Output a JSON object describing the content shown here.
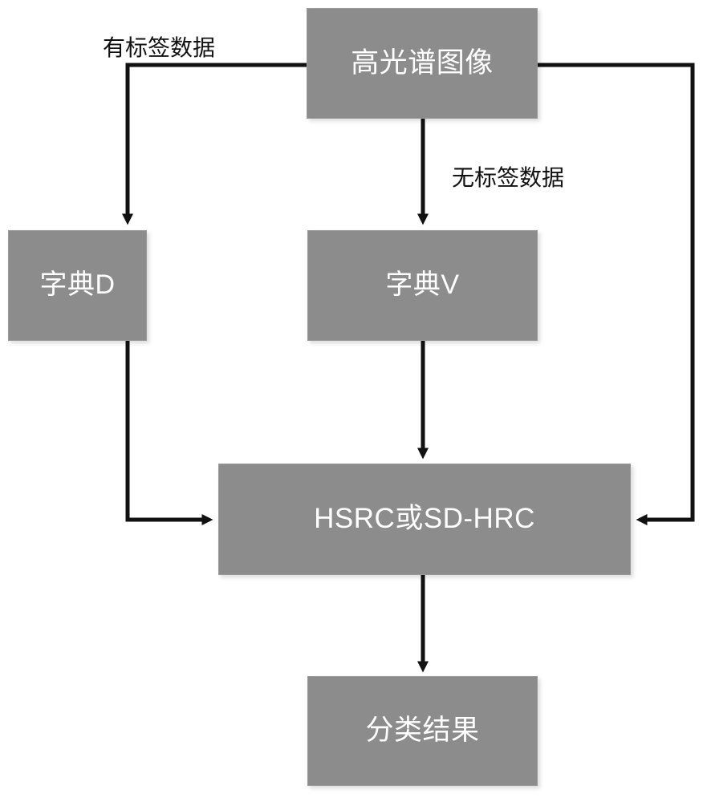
{
  "diagram": {
    "title": "Hyperspectral image classification flowchart",
    "background_color": "#ffffff",
    "node_fill_color": "#8c8c8c",
    "node_text_color": "#ffffff",
    "connector_color": "#111111",
    "nodes": [
      {
        "id": "hyperspectral-image",
        "label": "高光谱图像"
      },
      {
        "id": "dictionary-d",
        "label": "字典D"
      },
      {
        "id": "dictionary-v",
        "label": "字典V"
      },
      {
        "id": "hsrc-sdhrc",
        "label": "HSRC或SD-HRC"
      },
      {
        "id": "classification-result",
        "label": "分类结果"
      }
    ],
    "edge_labels": [
      {
        "id": "labeled-data",
        "label": "有标签数据"
      },
      {
        "id": "unlabeled-data",
        "label": "无标签数据"
      }
    ],
    "edges": [
      {
        "id": "image-to-dictionary-d",
        "from": "hyperspectral-image",
        "to": "dictionary-d",
        "label": "有标签数据"
      },
      {
        "id": "image-to-dictionary-v",
        "from": "hyperspectral-image",
        "to": "dictionary-v",
        "label": "无标签数据"
      },
      {
        "id": "image-to-hsrc",
        "from": "hyperspectral-image",
        "to": "hsrc-sdhrc",
        "label": ""
      },
      {
        "id": "dictionary-d-to-hsrc",
        "from": "dictionary-d",
        "to": "hsrc-sdhrc",
        "label": ""
      },
      {
        "id": "dictionary-v-to-hsrc",
        "from": "dictionary-v",
        "to": "hsrc-sdhrc",
        "label": ""
      },
      {
        "id": "hsrc-to-classification-result",
        "from": "hsrc-sdhrc",
        "to": "classification-result",
        "label": ""
      }
    ]
  }
}
